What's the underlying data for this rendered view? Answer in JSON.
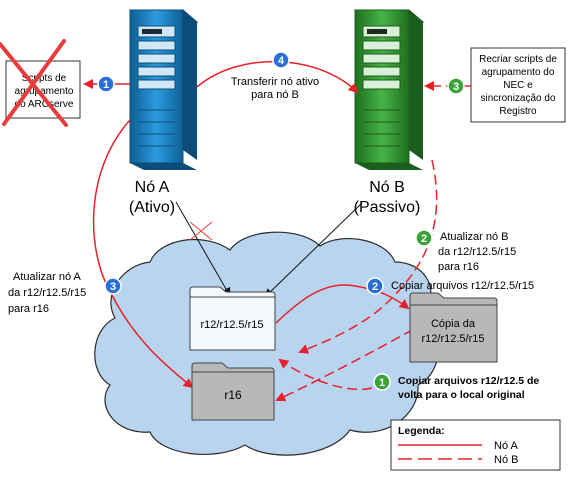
{
  "left_box": {
    "lines": [
      "Scripts de",
      "agrupamento",
      "do ARCserve"
    ]
  },
  "right_box": {
    "lines": [
      "Recriar scripts de",
      "agrupamento do",
      "NEC e",
      "sincronização do",
      "Registro"
    ]
  },
  "node_a": {
    "name": "Nó A",
    "state": "(Ativo)"
  },
  "node_b": {
    "name": "Nó B",
    "state": "(Passivo)"
  },
  "transfer": {
    "lines": [
      "Transferir nó ativo",
      "para nó B"
    ]
  },
  "update_a": {
    "lines": [
      "Atualizar nó A",
      "da r12/r12.5/r15",
      "para r16"
    ]
  },
  "update_b": {
    "lines": [
      "Atualizar nó B",
      "da r12/r12.5/r15",
      "para r16"
    ]
  },
  "copy_to": {
    "text": "Copiar arquivos r12/r12.5/r15"
  },
  "copy_back": {
    "lines": [
      "Copiar arquivos r12/r12.5 de",
      "volta para o local original"
    ]
  },
  "folders": {
    "r12": "r12/r12.5/r15",
    "copy": [
      "Cópia da",
      "r12/r12.5/r15"
    ],
    "r16": "r16"
  },
  "steps": {
    "s1_left": "1",
    "s4": "4",
    "s3": "3",
    "s3_left": "3",
    "s2_b": "2",
    "s2_copy": "2",
    "s1_back": "1"
  },
  "legend": {
    "title": "Legenda:",
    "node_a": "Nó A",
    "node_b": "Nó B"
  },
  "colors": {
    "blue_server": "#1a86c8",
    "green_server": "#33a033",
    "arrow_red": "#e8202a",
    "badge_blue": "#2a6fd6",
    "badge_green": "#39a33a",
    "cloud": "#b9d4ee",
    "x_red": "#e83c3c"
  }
}
